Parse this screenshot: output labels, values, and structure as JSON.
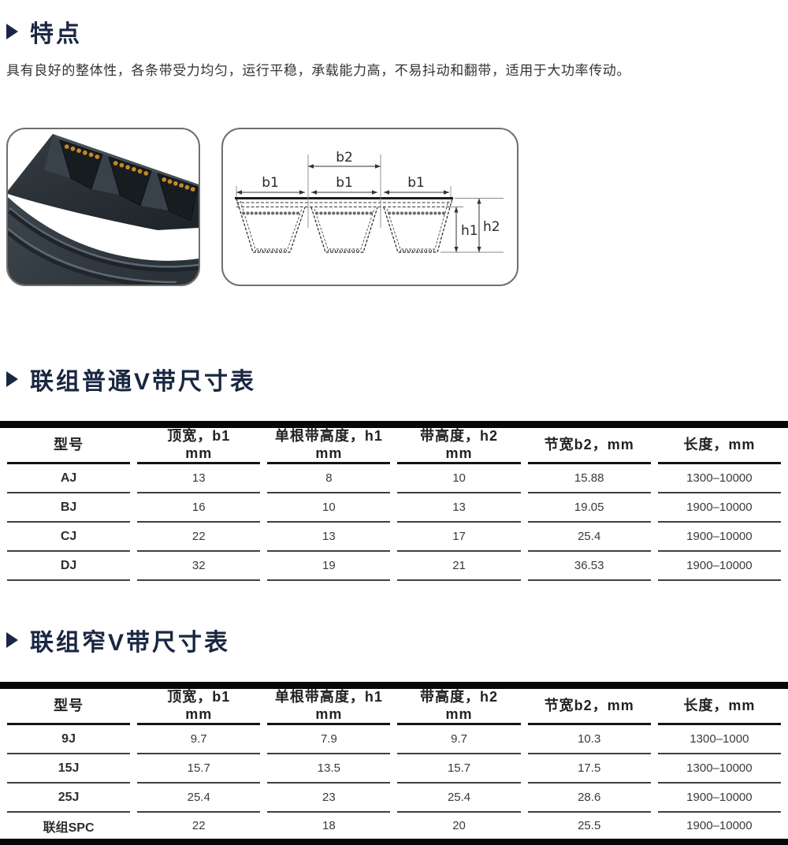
{
  "features": {
    "title": "特点",
    "description": "具有良好的整体性，各条带受力均匀，运行平稳，承载能力高，不易抖动和翻带，适用于大功率传动。"
  },
  "diagram": {
    "labels": {
      "b1": "b1",
      "b2": "b2",
      "h1": "h1",
      "h2": "h2"
    }
  },
  "tables": [
    {
      "title": "联组普通V带尺寸表",
      "columns": [
        [
          "型号"
        ],
        [
          "顶宽，b1",
          "mm"
        ],
        [
          "单根带高度，h1",
          "mm"
        ],
        [
          "带高度，h2",
          "mm"
        ],
        [
          "节宽b2，mm"
        ],
        [
          "长度，mm"
        ]
      ],
      "rows": [
        [
          "AJ",
          "13",
          "8",
          "10",
          "15.88",
          "1300–10000"
        ],
        [
          "BJ",
          "16",
          "10",
          "13",
          "19.05",
          "1900–10000"
        ],
        [
          "CJ",
          "22",
          "13",
          "17",
          "25.4",
          "1900–10000"
        ],
        [
          "DJ",
          "32",
          "19",
          "21",
          "36.53",
          "1900–10000"
        ]
      ]
    },
    {
      "title": "联组窄V带尺寸表",
      "columns": [
        [
          "型号"
        ],
        [
          "顶宽，b1",
          "mm"
        ],
        [
          "单根带高度，h1",
          "mm"
        ],
        [
          "带高度，h2",
          "mm"
        ],
        [
          "节宽b2，mm"
        ],
        [
          "长度，mm"
        ]
      ],
      "rows": [
        [
          "9J",
          "9.7",
          "7.9",
          "9.7",
          "10.3",
          "1300–1000"
        ],
        [
          "15J",
          "15.7",
          "13.5",
          "15.7",
          "17.5",
          "1300–10000"
        ],
        [
          "25J",
          "25.4",
          "23",
          "25.4",
          "28.6",
          "1900–10000"
        ],
        [
          "联组SPC",
          "22",
          "18",
          "20",
          "25.5",
          "1900–10000"
        ]
      ]
    }
  ],
  "colors": {
    "accent_navy": "#1a2742",
    "table_bar": "#070707",
    "cord_dot": "#dd9f35",
    "cord_dot_ring": "#7c5210"
  }
}
